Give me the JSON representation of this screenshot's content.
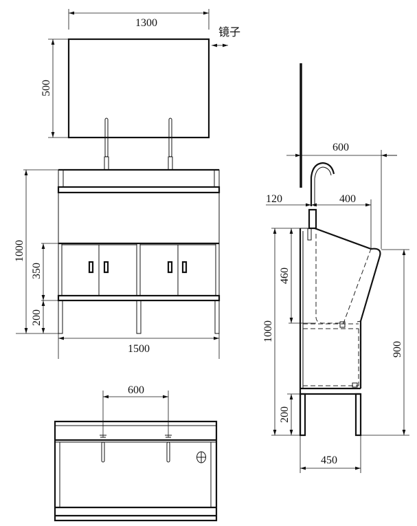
{
  "front_view": {
    "mirror_width": "1300",
    "mirror_height": "500",
    "mirror_label": "镜子",
    "total_height": "1000",
    "cabinet_height": "350",
    "leg_height": "200",
    "total_width": "1500"
  },
  "side_view": {
    "mirror_to_front": "600",
    "faucet_offset": "120",
    "basin_depth_top": "400",
    "total_height": "1000",
    "basin_height": "460",
    "leg_height": "200",
    "front_height": "900",
    "depth": "450"
  },
  "top_view": {
    "faucet_spacing": "600"
  }
}
